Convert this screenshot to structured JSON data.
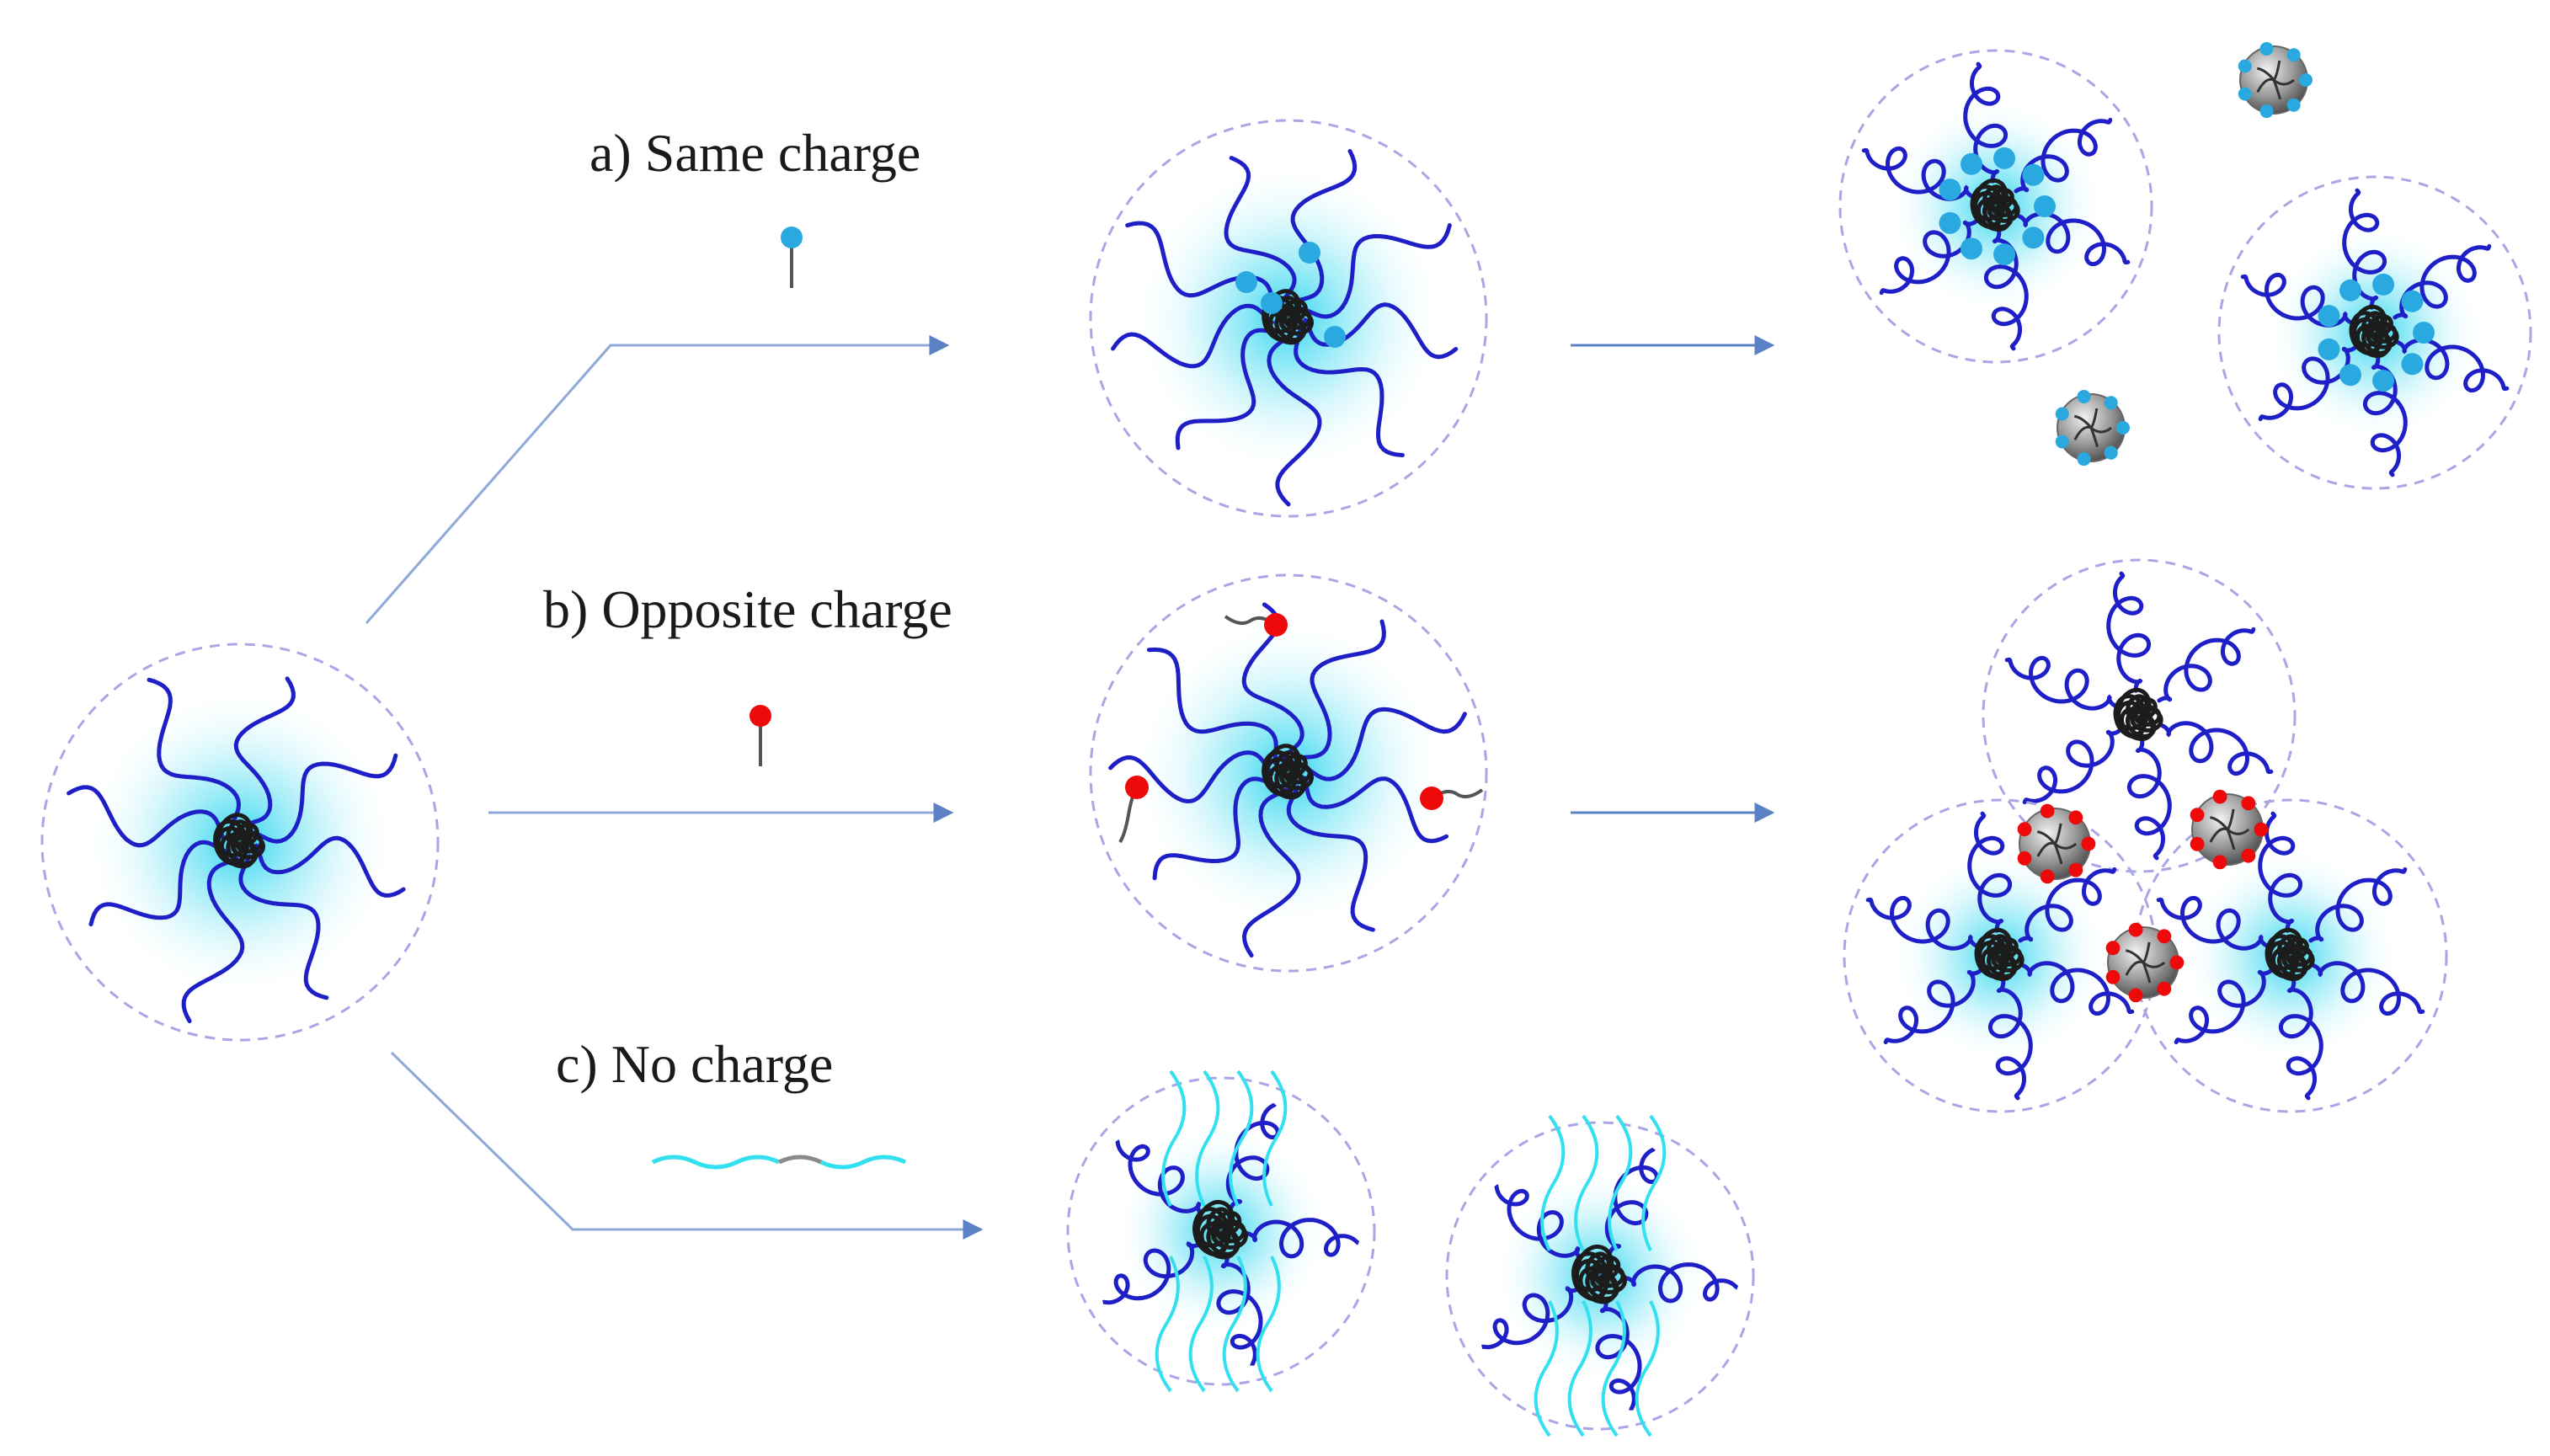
{
  "labels": {
    "same_charge": "a) Same charge",
    "opposite_charge": "b) Opposite charge",
    "no_charge": "c) No charge"
  },
  "colors": {
    "corona_chain": "#1f1fc8",
    "core_chain": "#1c1c1c",
    "glow": "#22d3ee",
    "dashed_outline": "#a9a6e6",
    "arrow": "#5b82c4",
    "same_charge_bead": "#2aa9e0",
    "opposite_charge_bead": "#ee0a0a",
    "neutral_block": "#33e0f0",
    "neutral_linker": "#8a8a8a",
    "aggregate_shell": "#9a9a9a"
  }
}
